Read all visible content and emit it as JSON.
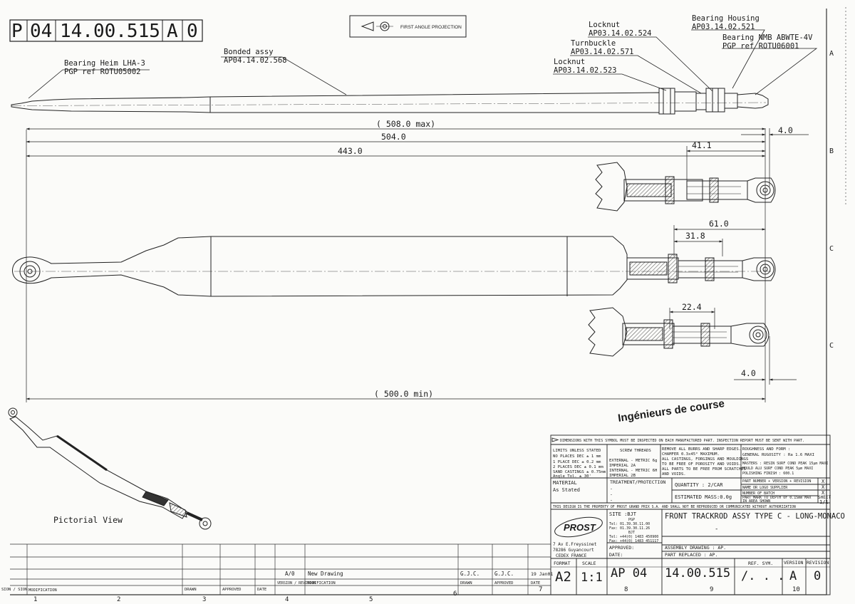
{
  "header": {
    "cells": [
      "P",
      "04",
      "14.00.515",
      "A",
      "0"
    ],
    "first_angle_projection": "FIRST ANGLE PROJECTION"
  },
  "callouts": {
    "heim": [
      "Bearing Heim LHA-3",
      "PGP ref ROTU05002"
    ],
    "bonded": [
      "Bonded assy",
      "AP04.14.02.568"
    ],
    "locknut_top": [
      "Locknut",
      "AP03.14.02.524"
    ],
    "turnbuckle": [
      "Turnbuckle",
      "AP03.14.02.571"
    ],
    "locknut_bottom": [
      "Locknut",
      "AP03.14.02.523"
    ],
    "housing": [
      "Bearing Housing",
      "AP03.14.02.521"
    ],
    "nmb": [
      "Bearing NMB ABWTE-4V",
      "PGP ref ROTU06001"
    ]
  },
  "dimensions": {
    "max": "( 508.0 max)",
    "overall": "504.0",
    "main": "443.0",
    "end_offset_top": "4.0",
    "d1": "41.1",
    "d2": "61.0",
    "d3": "31.8",
    "d4": "22.4",
    "end_offset_bottom": "4.0",
    "min": "( 500.0 min)"
  },
  "zones": {
    "right": [
      "A",
      "B",
      "C",
      "C"
    ],
    "bottom": [
      "1",
      "2",
      "3",
      "4",
      "5",
      "6",
      "7",
      "8",
      "9",
      "10"
    ]
  },
  "pictorial_label": "Pictorial View",
  "stamp": "Ingénieurs de course",
  "title_block": {
    "dim_note": "DIMENSIONS WITH THIS SYMBOL MUST BE INSPECTED ON EACH MANUFACTURED PART. INSPECTION REPORT MUST BE SENT WITH PART.",
    "limits": [
      "LIMITS UNLESS STATED",
      "NO PLACES DEC   ± 1  mm",
      "1 PLACE DEC     ± 0.2 mm",
      "2 PLACES DEC    ± 0.1 mm",
      "SAND CASTINGS   ± 0.75mm",
      "Angle Tol.      ± 30'"
    ],
    "screw": [
      "SCREW THREADS",
      "EXTERNAL  -  METRIC 6g",
      "            IMPERIAL 2A",
      "INTERNAL  -  METRIC 6H",
      "            IMPERIAL 2B"
    ],
    "burrs": [
      "REMOVE ALL BURRS AND SHARP EDGES.",
      "CHAMFER 0.3x45° MAXIMUM.",
      "ALL CASTINGS, FORGINGS AND MOULDINGS",
      "TO BE FREE OF POROSITY AND VOIDS.",
      "ALL PARTS TO BE FREE FROM SCRATCHES",
      "AND VOIDS."
    ],
    "rough": [
      "ROUGHNESS AND FORM :",
      "GENERAL RUGOSITY : Ra 1.6 MAXI",
      "MASTERS : RESIN SURF COND PEAK 15µm MAXI",
      "MOULD     ALU SURF COND PEAK 5µm MAXI",
      "          POLISHING FINISH : 600.1"
    ],
    "material_label": "MATERIAL",
    "material_value": "As Stated",
    "treatment_label": "TREATMENT/PROTECTION",
    "treatment_lines": [
      "-",
      "-",
      "-"
    ],
    "quantity": "QUANTITY  :  2/CAR",
    "mass": "ESTIMATED MASS:0.0g",
    "part_notes": [
      "PART NUMBER + VERSION + REVISION",
      "NAME OR LOGO SUPPLIER",
      "NUMBER OF BATCH",
      "PART MARK TO DEPTH OF 0.15mm MAX",
      "IN AREA SHOWN"
    ],
    "marks": [
      "X",
      "X",
      "X"
    ],
    "sheet_label": "SHEET",
    "sheet_value": "1/1",
    "property": "THIS DESIGN IS THE PROPERTY OF PROST GRAND PRIX S.A. AND SHALL NOT BE REPRODUCED OR COMMUNICATED WITHOUT AUTHORIZATION",
    "logo": "PROST",
    "site": "SITE :BJT",
    "contact": [
      "PGP",
      "Tel: 01.39.30.11.00",
      "Fax: 01.39.30.11.26",
      "BJT",
      "Tel: +44(0) 1483 450900",
      "Fax: +44(0) 1483 451117"
    ],
    "address": [
      "7 Av E.Freyssinet",
      "78286 Guyancourt",
      "CEDEX FRANCE"
    ],
    "approved": "APPROVED:",
    "date": "DATE:",
    "title": "FRONT TRACKROD ASSY TYPE C - LONG-MONACO",
    "title_dash": "-",
    "assembly": "ASSEMBLY DRAWING : AP.",
    "replaced": "PART REPLACED    : AP.",
    "format_label": "FORMAT",
    "format_value": "A2",
    "scale_label": "SCALE",
    "scale_value": "1:1",
    "part_prefix": "AP  04",
    "part_number": "14.00.515",
    "ref_sym_label": "REF. SYM.",
    "ref_sym_value": "/. . .",
    "version_label": "VERSION",
    "version_value": "A",
    "revision_label": "REVISION",
    "revision_value": "0"
  },
  "revision_block": {
    "version": "A/0",
    "description": "New Drawing",
    "drawn_by": "G.J.C.",
    "approved_by": "G.J.C.",
    "date": "19 Jan01",
    "headers": [
      "SION / SION",
      "MODIFICATION",
      "DRAWN",
      "APPROVED",
      "DATE",
      "VERSION / REVISION",
      "MODIFICATION",
      "DRAWN",
      "APPROVED",
      "DATE"
    ]
  }
}
